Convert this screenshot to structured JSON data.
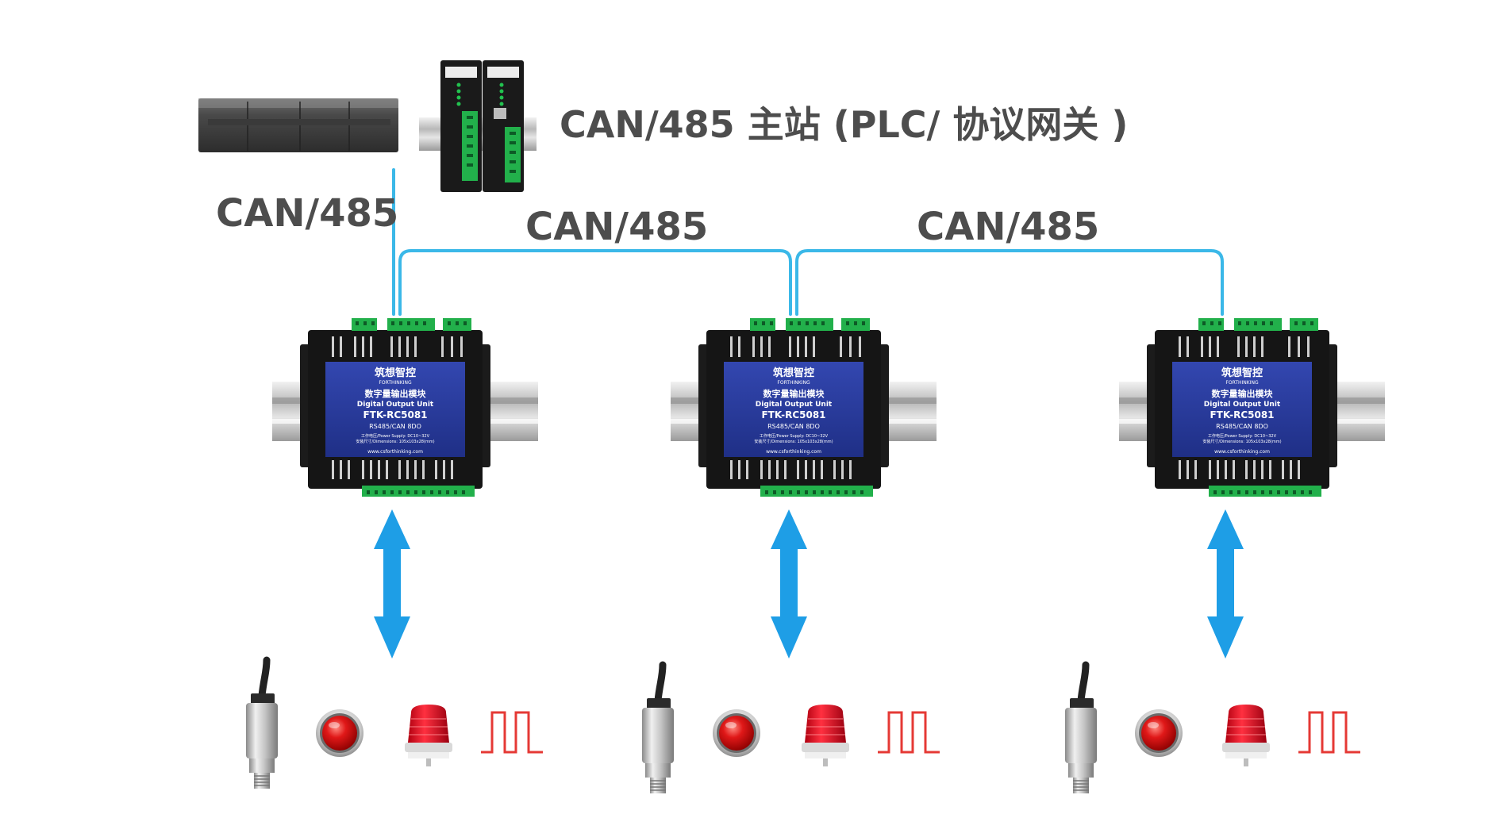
{
  "title": "CAN/485 主站 (PLC/ 协议网关 )",
  "bus_labels": {
    "left": "CAN/485",
    "middle": "CAN/485",
    "right": "CAN/485"
  },
  "module": {
    "brand": "筑想智控",
    "brand_en": "FORTHINKING",
    "name_cn": "数字量输出模块",
    "name_en": "Digital Output Unit",
    "model": "FTK-RC5081",
    "spec": "RS485/CAN 8DO",
    "power": "工作电压/Power Supply:  DC10~32V",
    "dims": "安装尺寸/Dimensions:  105x103x28(mm)",
    "site": "www.csforthinking.com"
  },
  "colors": {
    "bus_line": "#3bb8e8",
    "arrow": "#1e9ee6",
    "module_label": "#2a3f9e",
    "terminal": "#22b04b",
    "text": "#4d4d4d",
    "pulse": "#e53935"
  },
  "icons": [
    "pressure-sensor-icon",
    "red-button-icon",
    "warning-light-icon",
    "pulse-signal-icon"
  ]
}
